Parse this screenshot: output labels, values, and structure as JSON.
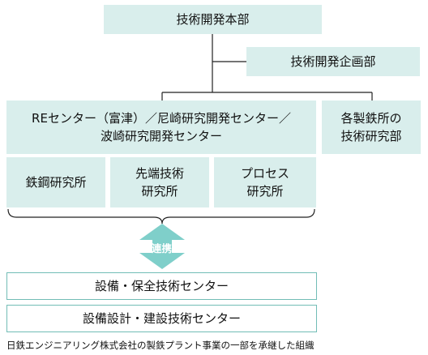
{
  "top": {
    "label": "技術開発本部"
  },
  "planning": {
    "label": "技術開発企画部"
  },
  "centers": {
    "line1": "REセンター（富津）／尼崎研究開発センター／",
    "line2": "波崎研究開発センター"
  },
  "works": {
    "line1": "各製鉄所の",
    "line2": "技術研究部"
  },
  "labs": [
    {
      "line1": "鉄鋼研究所",
      "line2": ""
    },
    {
      "line1": "先端技術",
      "line2": "研究所"
    },
    {
      "line1": "プロセス",
      "line2": "研究所"
    }
  ],
  "link": {
    "label": "連携"
  },
  "bottom1": {
    "label": "設備・保全技術センター"
  },
  "bottom2": {
    "label": "設備設計・建設技術センター"
  },
  "caption": "日鉄エンジニアリング株式会社の製鉄プラント事業の一部を承継した組織",
  "colors": {
    "teal_fill": "#d9eeec",
    "line": "#222222",
    "arrow": "#7fcfca",
    "outline": "#72bdb6"
  }
}
